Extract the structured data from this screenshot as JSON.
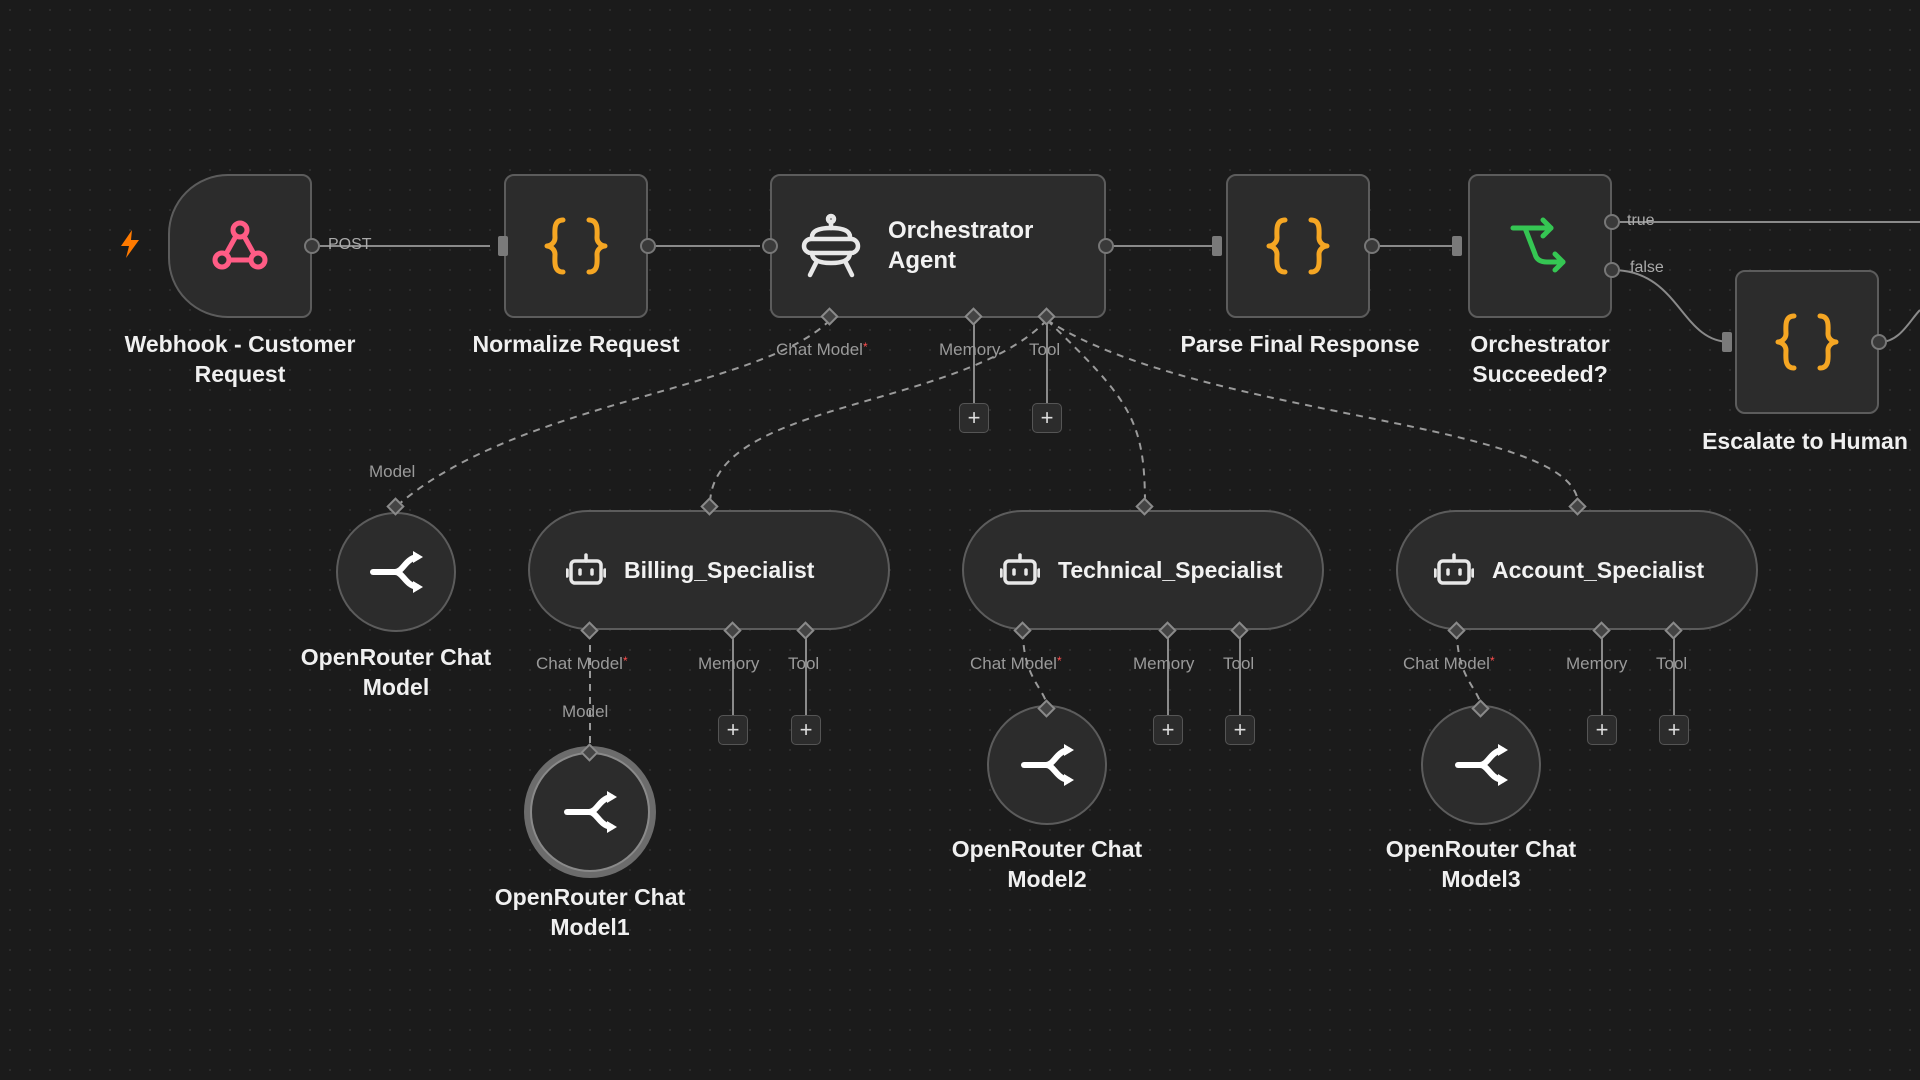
{
  "colors": {
    "canvas": "#1b1b1b",
    "node_bg": "#2c2c2c",
    "node_border": "#5c5c5c",
    "webhook_icon": "#ff5c85",
    "code_icon": "#f5a623",
    "if_icon": "#35c653",
    "trigger_bolt": "#ff7a00",
    "required_marker": "#ff4f4f"
  },
  "trigger": {
    "icon": "webhook-icon",
    "bolt_icon": "lightning-icon"
  },
  "nodes": {
    "webhook": {
      "label": "Webhook - Customer Request",
      "icon": "webhook-icon"
    },
    "normalize": {
      "label": "Normalize Request",
      "icon": "code-braces-icon"
    },
    "orchestrator": {
      "label": "Orchestrator Agent",
      "icon": "robot-icon"
    },
    "parse": {
      "label": "Parse Final Response",
      "icon": "code-braces-icon"
    },
    "succeeded": {
      "label": "Orchestrator Succeeded?",
      "icon": "if-branch-icon"
    },
    "escalate": {
      "label": "Escalate to Human",
      "icon": "code-braces-icon"
    },
    "billing": {
      "label": "Billing_Specialist",
      "icon": "robot-small-icon"
    },
    "technical": {
      "label": "Technical_Specialist",
      "icon": "robot-small-icon"
    },
    "account": {
      "label": "Account_Specialist",
      "icon": "robot-small-icon"
    },
    "or_model": {
      "label": "OpenRouter Chat Model",
      "icon": "openrouter-icon"
    },
    "or_model1": {
      "label": "OpenRouter Chat Model1",
      "icon": "openrouter-icon"
    },
    "or_model2": {
      "label": "OpenRouter Chat Model2",
      "icon": "openrouter-icon"
    },
    "or_model3": {
      "label": "OpenRouter Chat Model3",
      "icon": "openrouter-icon"
    }
  },
  "ports": {
    "chat_model": "Chat Model",
    "memory": "Memory",
    "tool": "Tool",
    "model": "Model",
    "required_marker": "*"
  },
  "edges": {
    "post": "POST",
    "true": "true",
    "false": "false"
  },
  "controls": {
    "add": "+"
  }
}
